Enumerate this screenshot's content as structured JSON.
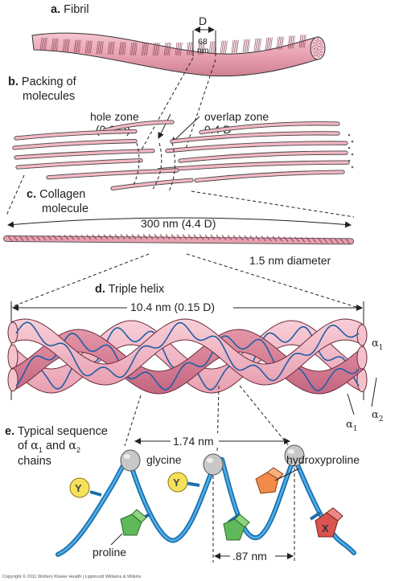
{
  "sections": {
    "a_letter": "a.",
    "a_title": "Fibril",
    "b_letter": "b.",
    "b_title_line1": "Packing of",
    "b_title_line2": "molecules",
    "c_letter": "c.",
    "c_title_line1": "Collagen",
    "c_title_line2": "molecule",
    "d_letter": "d.",
    "d_title": "Triple helix",
    "e_letter": "e.",
    "e_title_line1": "Typical sequence",
    "e_title_line2_pre": "of",
    "e_title_line2_mid": "and",
    "e_title_line3": "chains"
  },
  "labels": {
    "fibril_period": "D",
    "fibril_width_value": "68",
    "fibril_width_unit": "nm",
    "hole_zone": "hole zone",
    "hole_zone_value": "(0.6 D)",
    "overlap_zone": "overlap zone",
    "overlap_zone_value": "0.4 D",
    "molecule_length": "300 nm (4.4 D)",
    "molecule_diameter": "1.5 nm diameter",
    "helix_length": "10.4 nm (0.15 D)",
    "alpha_symbol": "α",
    "alpha1_sub": "1",
    "alpha2_sub": "2",
    "spacing_long": "1.74 nm",
    "spacing_short": ".87 nm",
    "glycine": "glycine",
    "hydroxyproline": "hydroxyproline",
    "proline": "proline",
    "residue_y": "Y",
    "residue_x": "X"
  },
  "colors": {
    "fibril_pink": "#e9a3b2",
    "strand_pink": "#f3b7c4",
    "strand_dark": "#d77890",
    "wave_blue": "#1e5fa6",
    "chain_blue": "#2c8fd0",
    "glycine_gray": "#c8c8c8",
    "yellow": "#f6e25a",
    "green": "#5fb95a",
    "orange": "#f28b4a",
    "red": "#d9534f"
  },
  "copyright": "Copyright © 2011 Wolters Kluwer Health | Lippincott Williams & Wilkins"
}
